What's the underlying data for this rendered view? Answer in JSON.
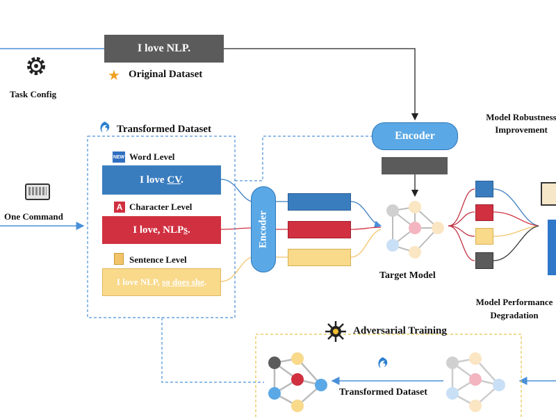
{
  "top": {
    "original_text": "I love NLP.",
    "original_dataset_label": "Original Dataset",
    "task_config_label": "Task Config"
  },
  "transformed": {
    "title": "Transformed Dataset",
    "word_level": {
      "label": "Word Level",
      "badge": "NEW",
      "text_plain": "I love ",
      "text_changed": "CV",
      "text_end": "."
    },
    "char_level": {
      "label": "Character Level",
      "badge": "A",
      "text_plain": "I love, NLP",
      "text_changed": "s",
      "text_end": "."
    },
    "sentence_level": {
      "label": "Sentence Level",
      "text_plain": "I love NLP, ",
      "text_changed": "so does she",
      "text_end": "."
    }
  },
  "one_command_label": "One Command",
  "encoder_labels": {
    "top": "Encoder",
    "vertical": "Encoder"
  },
  "target_model_label": "Target Model",
  "robustness_label": [
    "Model Robustness",
    "Improvement"
  ],
  "performance_label": [
    "Model Performance",
    "Degradation"
  ],
  "adversarial": {
    "title": "Adversarial Training",
    "transformed_label": "Transformed Dataset"
  },
  "colors": {
    "blue": "#3a7dbf",
    "red": "#d03040",
    "yellow": "#f9d98a",
    "gray": "#5b5b5b",
    "light_blue": "#5aa8e6",
    "line_blue": "#4a90d9"
  }
}
